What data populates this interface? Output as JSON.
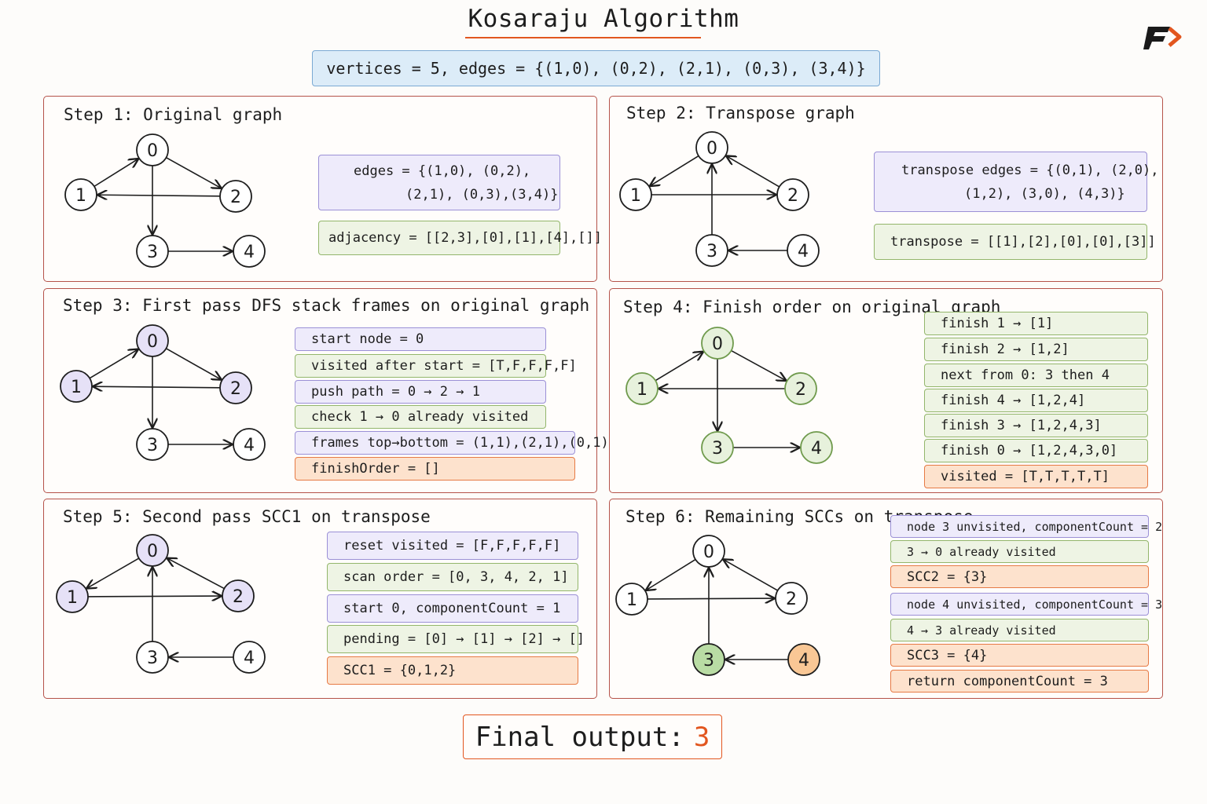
{
  "title": "Kosaraju Algorithm",
  "header": "vertices = 5, edges = {(1,0), (0,2), (2,1), (0,3), (3,4)}",
  "colors": {
    "accent": "#e2561f",
    "purple_node": "#e6e1f7",
    "green_node": "#dcecd0",
    "green_node_dark": "#b9dca4",
    "orange_node": "#f9c795"
  },
  "steps": [
    {
      "title": "Step 1: Original graph",
      "edges_line1": "edges = {(1,0), (0,2),",
      "edges_line2": "(2,1), (0,3),(3,4)}",
      "adjacency": "adjacency = [[2,3],[0],[1],[4],[]]"
    },
    {
      "title": "Step 2: Transpose graph",
      "edges_line1": "transpose edges = {(0,1), (2,0),",
      "edges_line2": "(1,2), (3,0), (4,3)}",
      "transpose": "transpose = [[1],[2],[0],[0],[3]]"
    },
    {
      "title": "Step 3: First pass DFS stack frames on original graph",
      "lines": [
        "start node = 0",
        "visited after start = [T,F,F,F,F]",
        "push path = 0 → 2 → 1",
        "check 1 → 0 already visited",
        "frames top→bottom = (1,1),(2,1),(0,1)",
        "finishOrder = []"
      ]
    },
    {
      "title": "Step 4: Finish order on original graph",
      "lines": [
        "finish 1 → [1]",
        "finish 2 → [1,2]",
        "next from 0: 3 then 4",
        "finish 4 → [1,2,4]",
        "finish 3 → [1,2,4,3]",
        "finish 0 → [1,2,4,3,0]",
        "visited = [T,T,T,T,T]"
      ]
    },
    {
      "title": "Step 5: Second pass SCC1 on transpose",
      "lines": [
        "reset visited = [F,F,F,F,F]",
        "scan order = [0, 3, 4, 2, 1]",
        "start 0, componentCount = 1",
        "pending = [0] → [1] → [2] → []",
        "SCC1 = {0,1,2}"
      ]
    },
    {
      "title": "Step 6: Remaining SCCs on transpose",
      "lines": [
        "node 3 unvisited, componentCount = 2",
        "3 → 0 already visited",
        "SCC2 = {3}",
        "node 4 unvisited, componentCount = 3",
        "4 → 3 already visited",
        "SCC3 = {4}",
        "return componentCount = 3"
      ]
    }
  ],
  "node_labels": [
    "0",
    "1",
    "2",
    "3",
    "4"
  ],
  "final": {
    "label": "Final output:",
    "value": "3"
  }
}
